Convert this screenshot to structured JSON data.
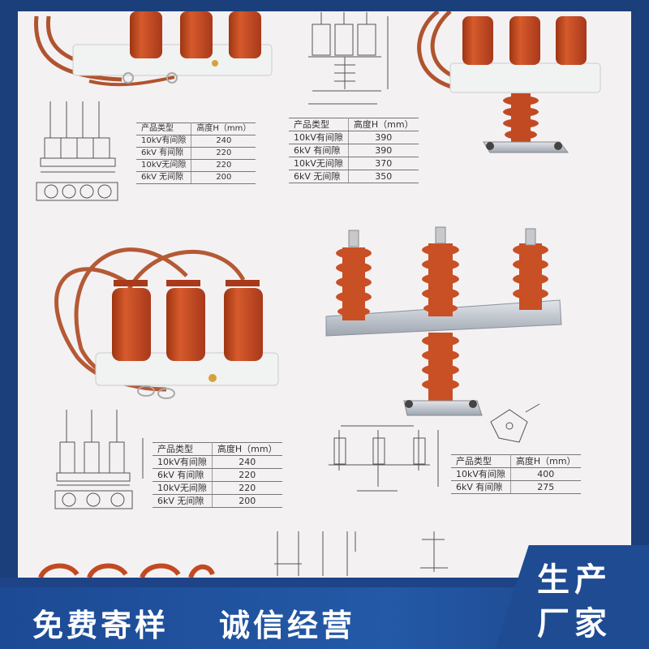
{
  "banner": {
    "left_text": "免费寄样",
    "mid_text": "诚信经营",
    "badge_line1": "生产",
    "badge_line2": "厂家"
  },
  "tables": {
    "t1": {
      "header": [
        "产品类型",
        "高度H（mm）"
      ],
      "rows": [
        [
          "10kV有间隙",
          "240"
        ],
        [
          "6kV 有间隙",
          "220"
        ],
        [
          "10kV无间隙",
          "220"
        ],
        [
          "6kV 无间隙",
          "200"
        ]
      ]
    },
    "t2": {
      "header": [
        "产品类型",
        "高度H（mm）"
      ],
      "rows": [
        [
          "10kV有间隙",
          "390"
        ],
        [
          "6kV 有间隙",
          "390"
        ],
        [
          "10kV无间隙",
          "370"
        ],
        [
          "6kV 无间隙",
          "350"
        ]
      ]
    },
    "t3": {
      "header": [
        "产品类型",
        "高度H（mm）"
      ],
      "rows": [
        [
          "10kV有间隙",
          "240"
        ],
        [
          "6kV 有间隙",
          "220"
        ],
        [
          "10kV无间隙",
          "220"
        ],
        [
          "6kV 无间隙",
          "200"
        ]
      ]
    },
    "t4": {
      "header": [
        "产品类型",
        "高度H（mm）"
      ],
      "rows": [
        [
          "10kV有间隙",
          "400"
        ],
        [
          "6kV 有间隙",
          "275"
        ]
      ]
    }
  },
  "colors": {
    "insulator": "#c24a23",
    "frame": "#1b3f7a",
    "banner": "#2359a7"
  }
}
